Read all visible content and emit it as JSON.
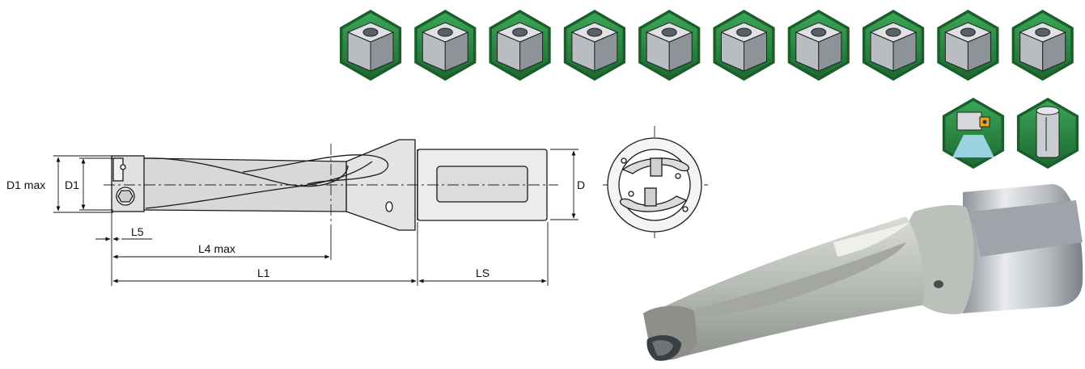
{
  "dimensions": {
    "d1_max": "D1 max",
    "d1": "D1",
    "d": "D",
    "l5": "L5",
    "l4_max": "L4 max",
    "l1": "L1",
    "ls": "LS"
  },
  "colors": {
    "hex_green": "#2e8b45",
    "hex_green_dark": "#1b5e2b",
    "block_light": "#d6d8dc",
    "block_mid": "#a9adb3",
    "block_dark": "#7f848b",
    "tool_body": "#c9cbce",
    "outline": "#1a1a1a"
  },
  "application_icons": [
    {
      "icon": "through-hole-drilling-icon"
    },
    {
      "icon": "half-hole-drilling-icon"
    },
    {
      "icon": "edge-half-hole-icon"
    },
    {
      "icon": "inclined-entry-drilling-icon"
    },
    {
      "icon": "step-block-drilling-icon"
    },
    {
      "icon": "cross-hole-enlarging-icon"
    },
    {
      "icon": "convex-surface-drilling-icon"
    },
    {
      "icon": "overlapping-holes-icon"
    },
    {
      "icon": "cross-hole-drilling-icon"
    },
    {
      "icon": "inclined-exit-drilling-icon"
    },
    {
      "icon": "internal-coolant-icon"
    },
    {
      "icon": "cylindrical-shank-icon"
    }
  ]
}
